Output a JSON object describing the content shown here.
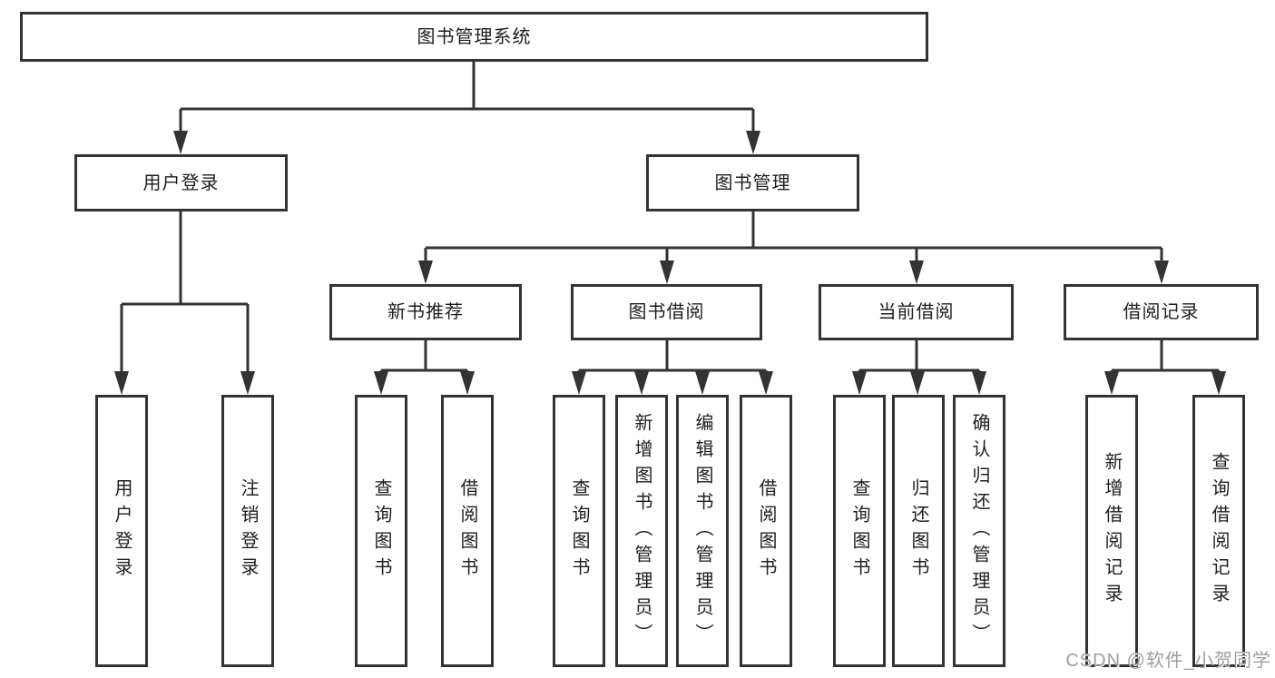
{
  "tree": {
    "root": {
      "label": "图书管理系统",
      "children": [
        {
          "label": "用户登录",
          "children": [
            {
              "label": "用户登录"
            },
            {
              "label": "注销登录"
            }
          ]
        },
        {
          "label": "图书管理",
          "children": [
            {
              "label": "新书推荐",
              "children": [
                {
                  "label": "查询图书"
                },
                {
                  "label": "借阅图书"
                }
              ]
            },
            {
              "label": "图书借阅",
              "children": [
                {
                  "label": "查询图书"
                },
                {
                  "label": "新增图书（管理员）"
                },
                {
                  "label": "编辑图书（管理员）"
                },
                {
                  "label": "借阅图书"
                }
              ]
            },
            {
              "label": "当前借阅",
              "children": [
                {
                  "label": "查询图书"
                },
                {
                  "label": "归还图书"
                },
                {
                  "label": "确认归还（管理员）"
                }
              ]
            },
            {
              "label": "借阅记录",
              "children": [
                {
                  "label": "新增借阅记录"
                },
                {
                  "label": "查询借阅记录"
                }
              ]
            }
          ]
        }
      ]
    }
  },
  "watermark": {
    "text": "CSDN @软件_小贺同学"
  },
  "colors": {
    "line": "#333333",
    "box_border": "#333333",
    "box_fill": "#ffffff",
    "text": "#1e1e1e",
    "background": "#ffffff",
    "watermark": "#9e9e9e"
  }
}
